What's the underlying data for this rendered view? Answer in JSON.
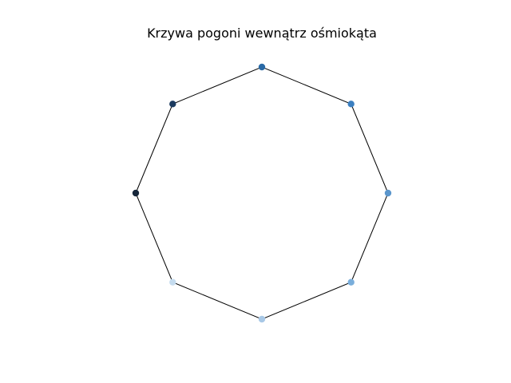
{
  "title": "Krzywa pogoni wewnątrz ośmiokąta",
  "diagram": {
    "shape": "regular octagon",
    "vertex_count": 8,
    "edge_color": "#000000",
    "point_colormap": "Blues",
    "point_colors": [
      "#16263a",
      "#1b3a5f",
      "#2a6aa6",
      "#3b7fc0",
      "#5b96cc",
      "#7aaedb",
      "#a8c8e6",
      "#c5dcef"
    ],
    "axes_visible": false
  }
}
